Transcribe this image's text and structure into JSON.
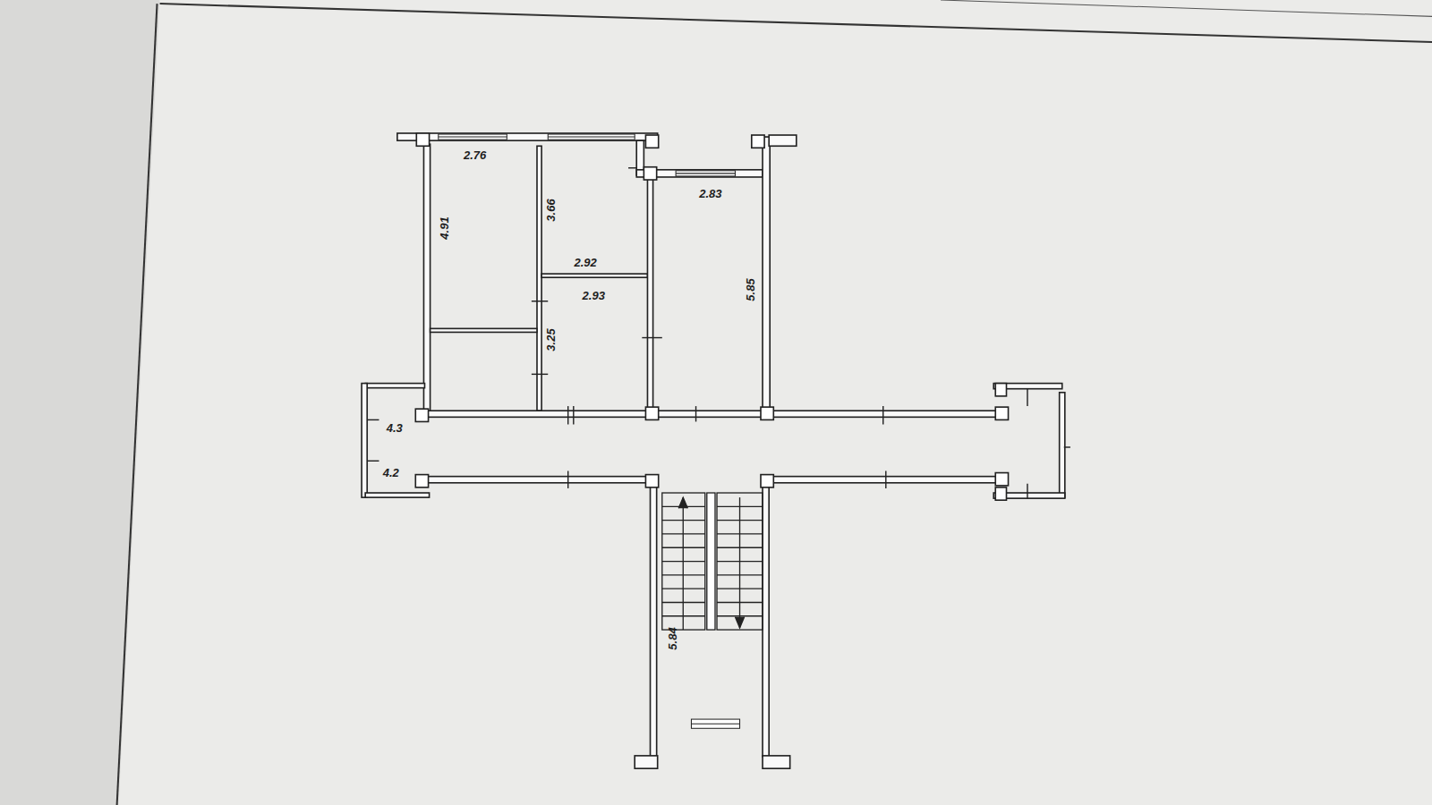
{
  "diagram": {
    "labels": [
      "2.76",
      "4.91",
      "3.66",
      "2.92",
      "2.93",
      "3.25",
      "2.83",
      "5.85",
      "4.3",
      "4.2",
      "5.84"
    ]
  }
}
